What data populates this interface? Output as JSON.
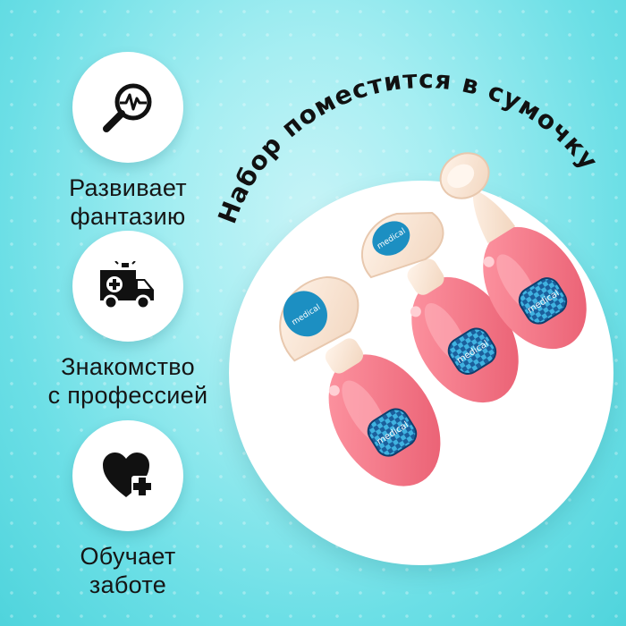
{
  "headline": "Набор поместится в сумочку",
  "features": [
    {
      "label_line1": "Развивает",
      "label_line2": "фантазию",
      "icon": "magnifier-heartbeat-icon"
    },
    {
      "label_line1": "Знакомство",
      "label_line2": "с профессией",
      "icon": "ambulance-icon"
    },
    {
      "label_line1": "Обучает",
      "label_line2": "заботе",
      "icon": "heart-plus-icon"
    }
  ],
  "toy_sticker_text": "medical",
  "colors": {
    "accent": "#4fd4dc",
    "toy_body": "#f26f80",
    "toy_head": "#fbe3cf",
    "sticker": "#1e6fa8"
  }
}
